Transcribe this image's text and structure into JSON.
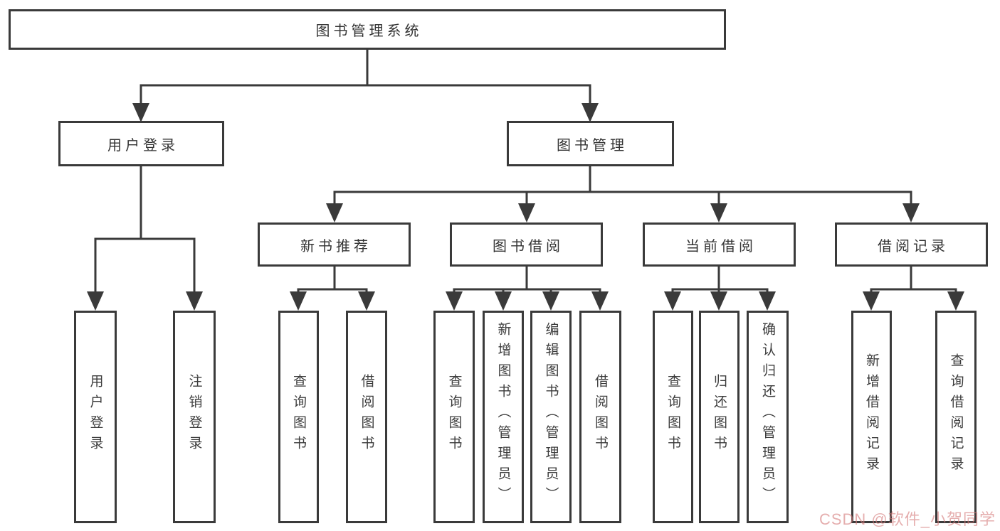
{
  "diagram_type": "hierarchy-tree",
  "tree": {
    "root": {
      "label": "图书管理系统"
    },
    "children": [
      {
        "label": "用户登录",
        "children": [
          {
            "label": "用户登录"
          },
          {
            "label": "注销登录"
          }
        ]
      },
      {
        "label": "图书管理",
        "children": [
          {
            "label": "新书推荐",
            "children": [
              {
                "label": "查询图书"
              },
              {
                "label": "借阅图书"
              }
            ]
          },
          {
            "label": "图书借阅",
            "children": [
              {
                "label": "查询图书"
              },
              {
                "label": "新增图书（管理员）"
              },
              {
                "label": "编辑图书（管理员）"
              },
              {
                "label": "借阅图书"
              }
            ]
          },
          {
            "label": "当前借阅",
            "children": [
              {
                "label": "查询图书"
              },
              {
                "label": "归还图书"
              },
              {
                "label": "确认归还（管理员）"
              }
            ]
          },
          {
            "label": "借阅记录",
            "children": [
              {
                "label": "新增借阅记录"
              },
              {
                "label": "查询借阅记录"
              }
            ]
          }
        ]
      }
    ]
  },
  "watermark": {
    "text": "CSDN @软件_小贺同学",
    "color": "rgba(213,125,125,0.62)"
  },
  "colors": {
    "line": "#3a3a3a",
    "box_border": "#3a3a3a",
    "text": "#333333",
    "background": "#ffffff"
  }
}
